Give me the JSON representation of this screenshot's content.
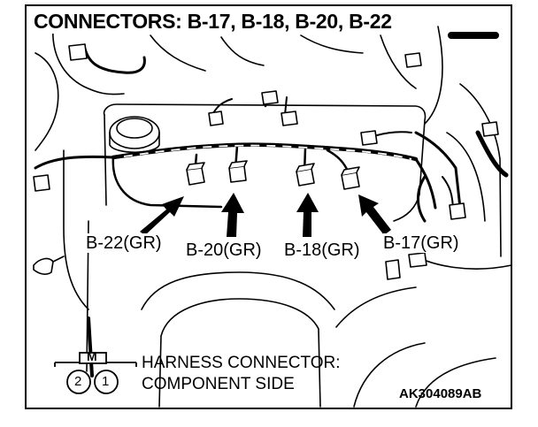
{
  "title": "CONNECTORS: B-17, B-18, B-20, B-22",
  "connectors": [
    {
      "id": "b22",
      "label": "B-22(GR)"
    },
    {
      "id": "b20",
      "label": "B-20(GR)"
    },
    {
      "id": "b18",
      "label": "B-18(GR)"
    },
    {
      "id": "b17",
      "label": "B-17(GR)"
    }
  ],
  "legend": {
    "symbol_mark": "M",
    "pins": [
      "2",
      "1"
    ],
    "line1": "HARNESS CONNECTOR:",
    "line2": "COMPONENT SIDE"
  },
  "figure_code": "AK304089AB"
}
